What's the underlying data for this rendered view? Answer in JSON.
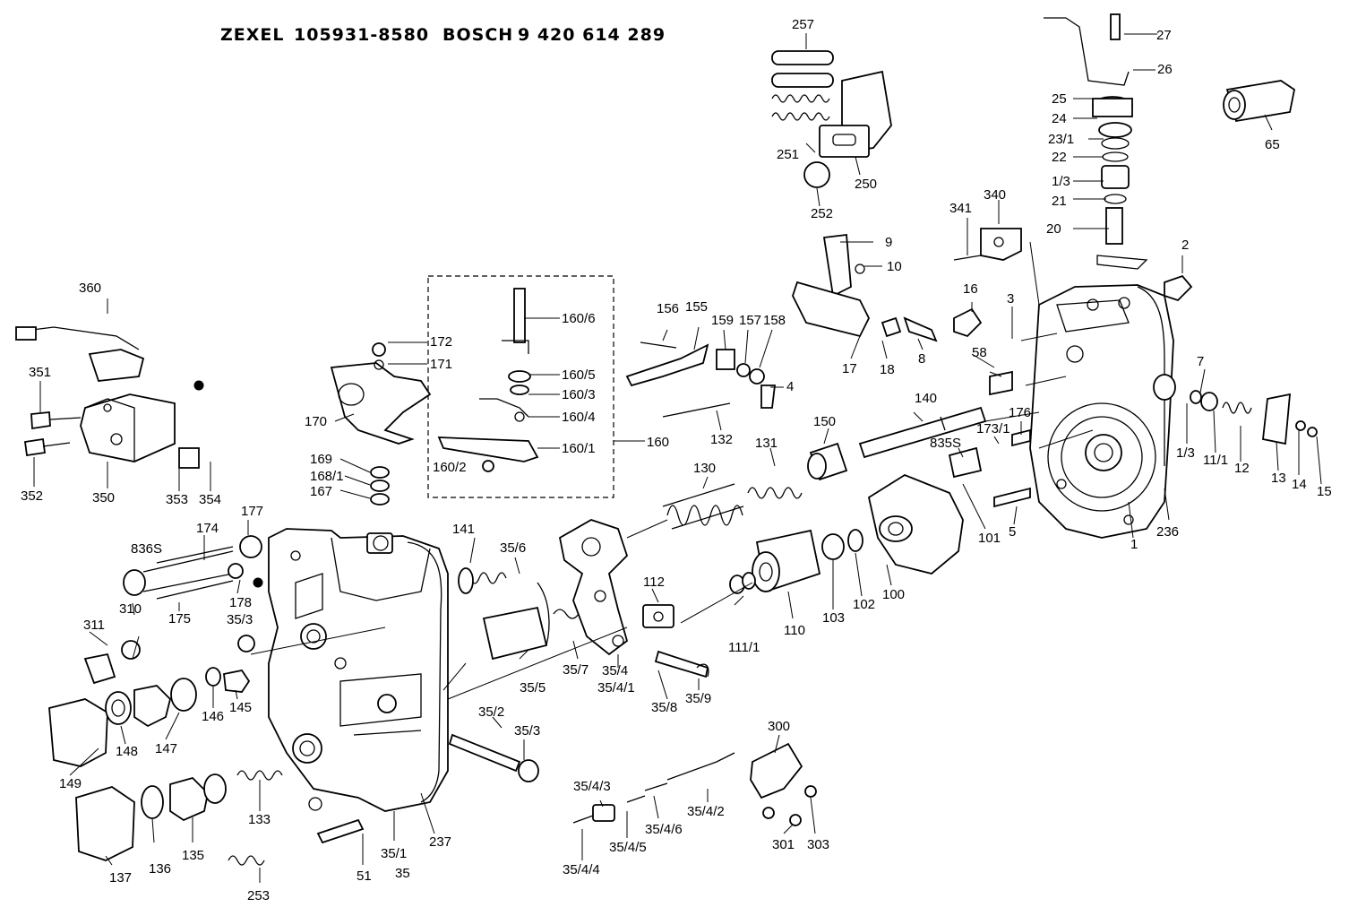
{
  "header": {
    "brand1": "ZEXEL",
    "code1": "105931-8580",
    "brand2": "BOSCH",
    "code2": "9 420 614 289"
  },
  "labels": {
    "l257": "257",
    "l27": "27",
    "l26": "26",
    "l25": "25",
    "l24": "24",
    "l23_1": "23/1",
    "l22": "22",
    "l1_3a": "1/3",
    "l21": "21",
    "l20": "20",
    "l65": "65",
    "l251": "251",
    "l250": "250",
    "l252": "252",
    "l341": "341",
    "l340": "340",
    "l9": "9",
    "l10": "10",
    "l2": "2",
    "l360": "360",
    "l16": "16",
    "l3": "3",
    "l160_6": "160/6",
    "l156": "156",
    "l155": "155",
    "l159": "159",
    "l157": "157",
    "l158": "158",
    "l17": "17",
    "l18": "18",
    "l8": "8",
    "l58": "58",
    "l172": "172",
    "l171": "171",
    "l160_5": "160/5",
    "l160_3": "160/3",
    "l160_4": "160/4",
    "l4": "4",
    "l7": "7",
    "l351": "351",
    "l170": "170",
    "l140": "140",
    "l160": "160",
    "l132": "132",
    "l150": "150",
    "l176": "176",
    "l173_1": "173/1",
    "l160_1": "160/1",
    "l131": "131",
    "l835s": "835S",
    "l1_3b": "1/3",
    "l11_1": "11/1",
    "l12": "12",
    "l13": "13",
    "l14": "14",
    "l15": "15",
    "l352": "352",
    "l350": "350",
    "l353": "353",
    "l354": "354",
    "l169": "169",
    "l168_1": "168/1",
    "l167": "167",
    "l160_2": "160/2",
    "l130": "130",
    "l236": "236",
    "l101": "101",
    "l5": "5",
    "l1": "1",
    "l177": "177",
    "l174": "174",
    "l836s": "836S",
    "l141": "141",
    "l35_6": "35/6",
    "l112": "112",
    "l178": "178",
    "l310": "310",
    "l175": "175",
    "l311": "311",
    "l35_3a": "35/3",
    "l103": "103",
    "l102": "102",
    "l100": "100",
    "l111_1": "111/1",
    "l110": "110",
    "l35_5": "35/5",
    "l35_7": "35/7",
    "l35_4": "35/4",
    "l35_4_1": "35/4/1",
    "l35_8": "35/8",
    "l35_9": "35/9",
    "l146": "146",
    "l145": "145",
    "l148": "148",
    "l147": "147",
    "l149": "149",
    "l35_2": "35/2",
    "l35_3b": "35/3",
    "l300": "300",
    "l35_4_3": "35/4/3",
    "l35_4_2": "35/4/2",
    "l35_4_6": "35/4/6",
    "l35_4_5": "35/4/5",
    "l35_4_4": "35/4/4",
    "l301": "301",
    "l303": "303",
    "l133": "133",
    "l137": "137",
    "l136": "136",
    "l135": "135",
    "l51": "51",
    "l35_1": "35/1",
    "l35": "35",
    "l237": "237",
    "l253": "253"
  }
}
